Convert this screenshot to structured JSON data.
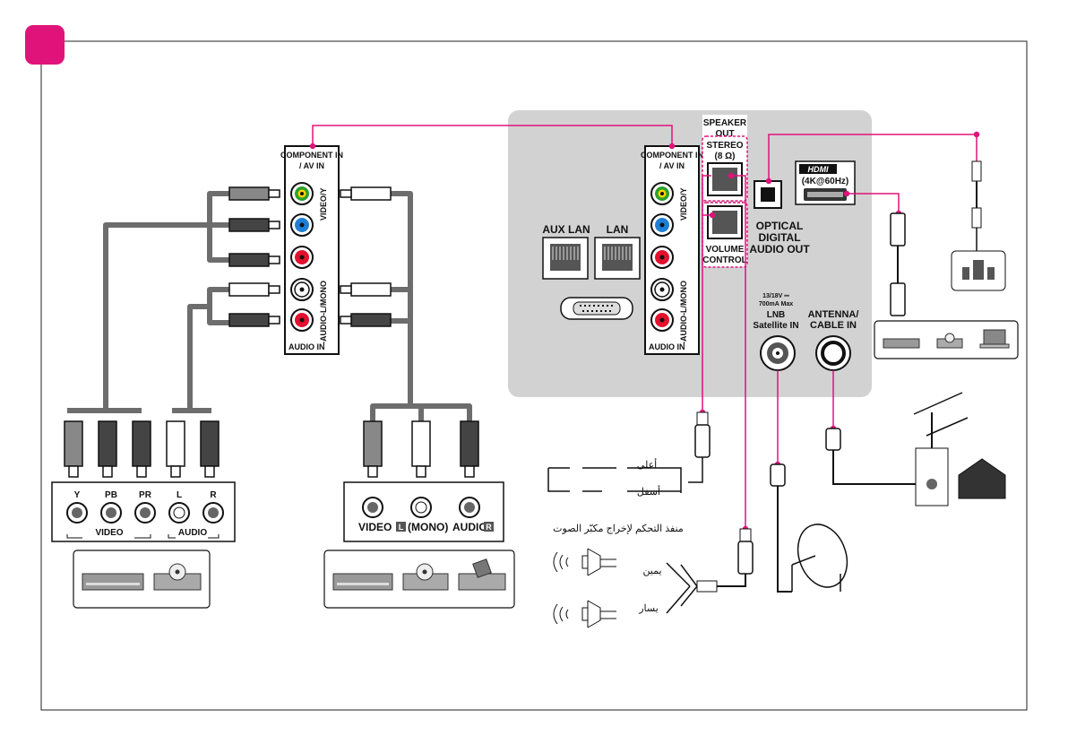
{
  "colors": {
    "accent": "#e0137a",
    "panel": "#d2d2d2",
    "cable": "#6d6d6d"
  },
  "left_panel": {
    "header_line1": "COMPONENT IN",
    "header_line2": "/ AV IN",
    "side_video": "VIDEO/Y",
    "side_audio": "-AUDIO-L/MONO",
    "footer": "AUDIO IN"
  },
  "tv_panel": {
    "comp_line1": "COMPONENT IN",
    "comp_line2": "/ AV IN",
    "comp_side_video": "VIDEO/Y",
    "comp_side_audio": "-AUDIO-L/MONO",
    "comp_footer": "AUDIO IN",
    "aux_lan": "AUX LAN",
    "lan": "LAN",
    "speaker_out_1": "SPEAKER",
    "speaker_out_2": "OUT",
    "stereo_1": "STEREO",
    "stereo_2": "(8 Ω)",
    "volume_1": "VOLUME",
    "volume_2": "CONTROL",
    "optical_1": "OPTICAL",
    "optical_2": "DIGITAL",
    "optical_3": "AUDIO OUT",
    "hdmi_logo": "HDMI",
    "hdmi_spec": "(4K@60Hz)",
    "lnb_spec_1": "13/18V ⎓",
    "lnb_spec_2": "700mA Max",
    "lnb_1": "LNB",
    "lnb_2": "Satellite IN",
    "antenna_1": "ANTENNA/",
    "antenna_2": "CABLE IN"
  },
  "component_device": {
    "labels": [
      "Y",
      "PB",
      "PR",
      "L",
      "R"
    ],
    "video_label": "VIDEO",
    "audio_label": "AUDIO"
  },
  "av_device": {
    "video_label": "VIDEO",
    "mono_label": "(MONO)",
    "audio_label": "AUDIO",
    "badge_l": "L",
    "badge_r": "R"
  },
  "speakers": {
    "top_label": "أعلى",
    "bottom_label": "أسفل",
    "caption": "منفذ التحكم لإخراج مكبّر الصوت",
    "right_label": "يمين",
    "left_label": "يسار"
  }
}
